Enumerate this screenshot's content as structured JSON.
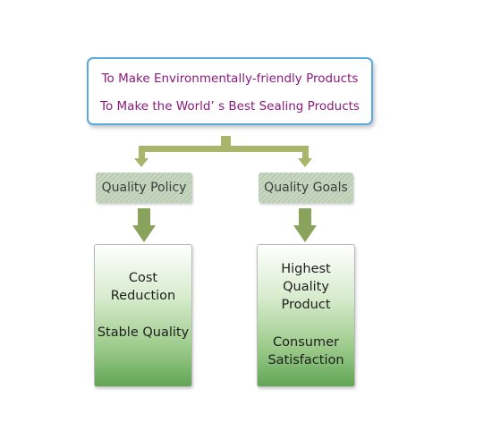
{
  "mission": {
    "line1": "To Make Environmentally-friendly Products",
    "line2": "To Make the World’ s Best Sealing Products"
  },
  "policy": {
    "label": "Quality Policy",
    "items": [
      "Cost Reduction",
      "Stable Quality"
    ]
  },
  "goals": {
    "label": "Quality Goals",
    "items": [
      "Highest Quality Product",
      "Consumer Satisfaction"
    ]
  },
  "colors": {
    "mission_text": "#8a1a7c",
    "mission_border": "#5aa9de",
    "connector": "#a8b56b",
    "arrow": "#8aa35c",
    "card_gradient_bottom": "#62a656"
  }
}
